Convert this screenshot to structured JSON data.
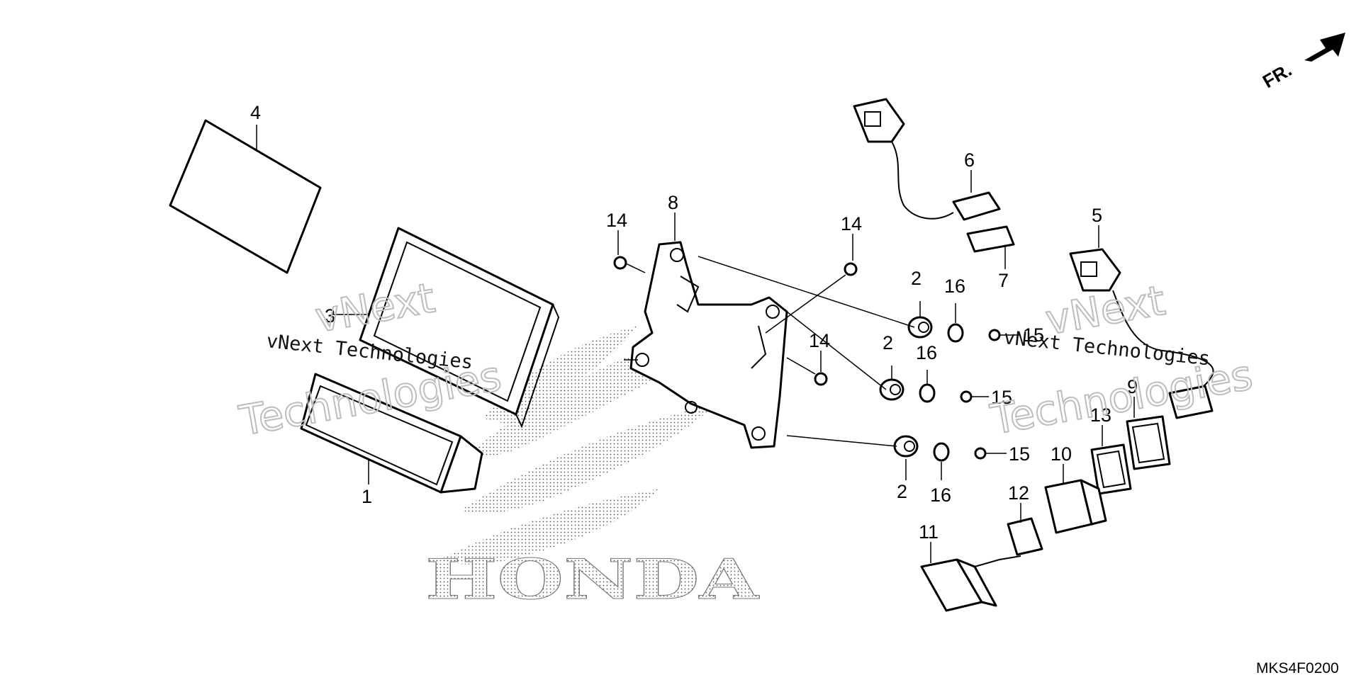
{
  "diagram": {
    "callouts": [
      "1",
      "2",
      "2",
      "2",
      "3",
      "4",
      "5",
      "6",
      "7",
      "8",
      "9",
      "10",
      "11",
      "12",
      "13",
      "14",
      "14",
      "14",
      "15",
      "15",
      "15",
      "16",
      "16",
      "16"
    ],
    "watermark": {
      "line1": "vNext Technologies",
      "outline_top": "vNext",
      "outline_bottom": "Technologies"
    },
    "logo_text": "HONDA",
    "direction_label": "FR.",
    "drawing_code": "MKS4F0200"
  }
}
